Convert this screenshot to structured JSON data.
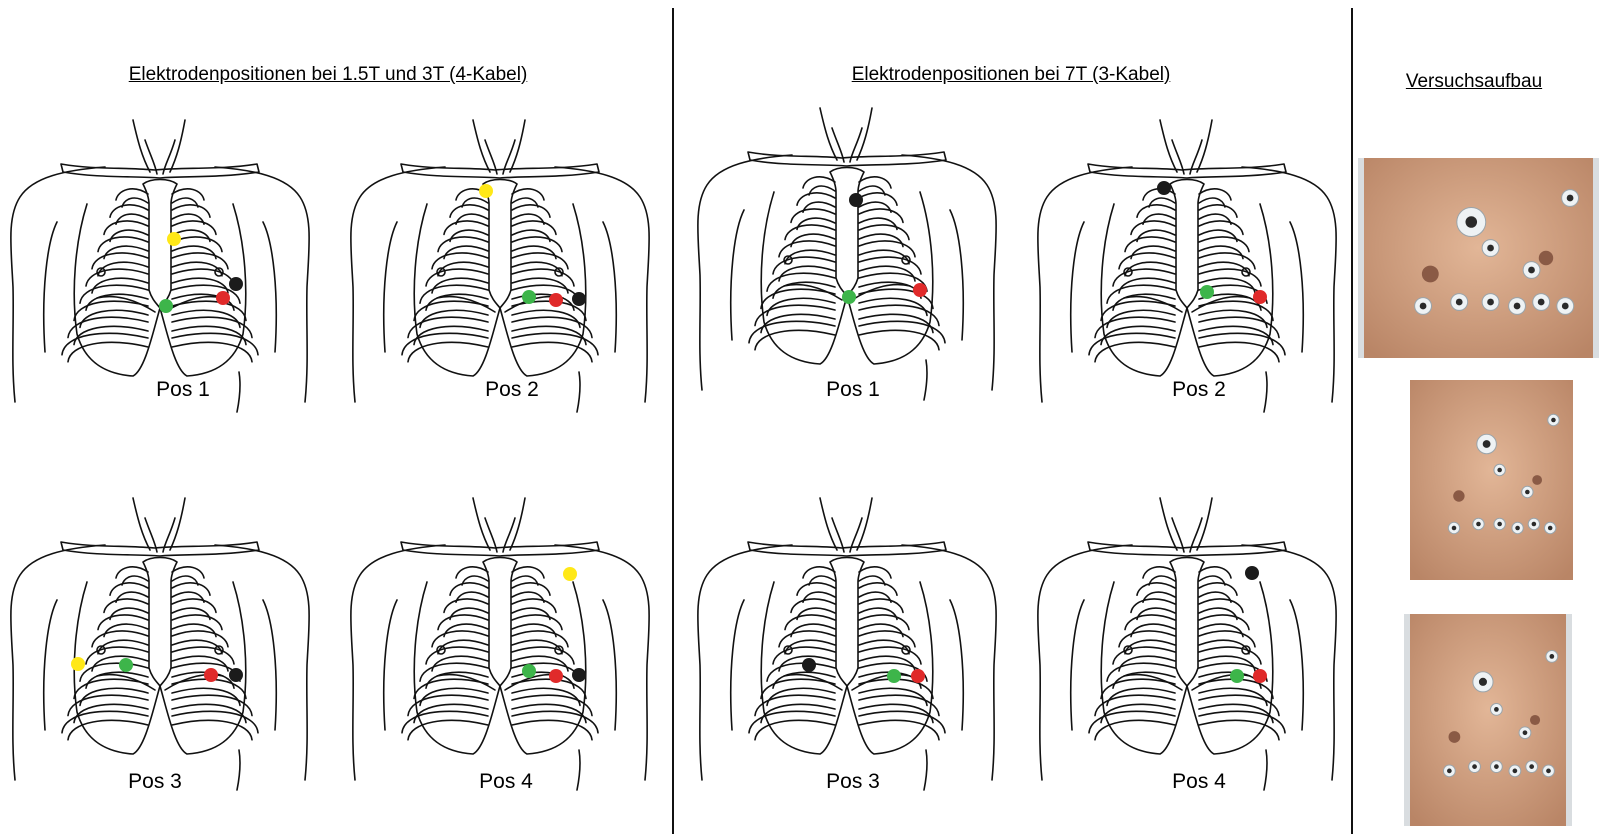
{
  "section_4cable": {
    "title": "Elektrodenpositionen bei 1.5T und 3T (4-Kabel)"
  },
  "section_3cable": {
    "title": "Elektrodenpositionen bei 7T (3-Kabel)"
  },
  "section_setup": {
    "title": "Versuchsaufbau",
    "photo_count": 3
  },
  "colors": {
    "yellow": "#ffe817",
    "green": "#3db54a",
    "red": "#e02a2a",
    "black": "#1b1b1b",
    "skin": "#d7a684"
  },
  "diagrams_4cable": [
    {
      "label": "Pos 1",
      "electrodes": [
        "yellow",
        "green",
        "red",
        "black"
      ]
    },
    {
      "label": "Pos 2",
      "electrodes": [
        "yellow",
        "green",
        "red",
        "black"
      ]
    },
    {
      "label": "Pos 3",
      "electrodes": [
        "yellow",
        "green",
        "red",
        "black"
      ]
    },
    {
      "label": "Pos 4",
      "electrodes": [
        "yellow",
        "green",
        "red",
        "black"
      ]
    }
  ],
  "diagrams_3cable": [
    {
      "label": "Pos 1",
      "electrodes": [
        "black",
        "green",
        "red"
      ]
    },
    {
      "label": "Pos 2",
      "electrodes": [
        "black",
        "green",
        "red"
      ]
    },
    {
      "label": "Pos 3",
      "electrodes": [
        "black",
        "green",
        "red"
      ]
    },
    {
      "label": "Pos 4",
      "electrodes": [
        "black",
        "green",
        "red"
      ]
    }
  ]
}
